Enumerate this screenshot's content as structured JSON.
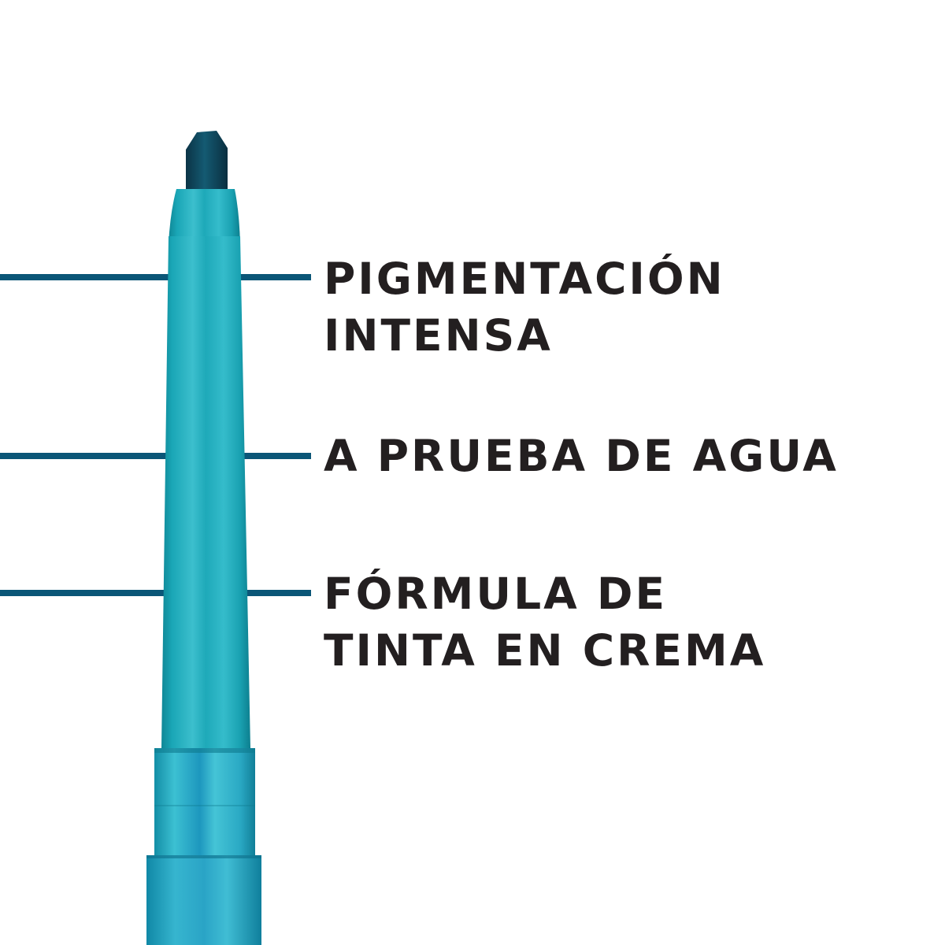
{
  "product": {
    "name": "eyeliner-pencil",
    "colors": {
      "barrel": "#1fa8b8",
      "barrel_dark": "#0f8796",
      "barrel_light": "#4cc6d4",
      "ferrule": "#23a4c4",
      "tip": "#0d3c50",
      "callout_line": "#0b5677",
      "text": "#231f20"
    }
  },
  "callouts": [
    {
      "lines": [
        "PIGMENTACIÓN",
        "INTENSA"
      ]
    },
    {
      "lines": [
        "A PRUEBA DE AGUA"
      ]
    },
    {
      "lines": [
        "FÓRMULA DE",
        "TINTA EN CREMA"
      ]
    }
  ]
}
